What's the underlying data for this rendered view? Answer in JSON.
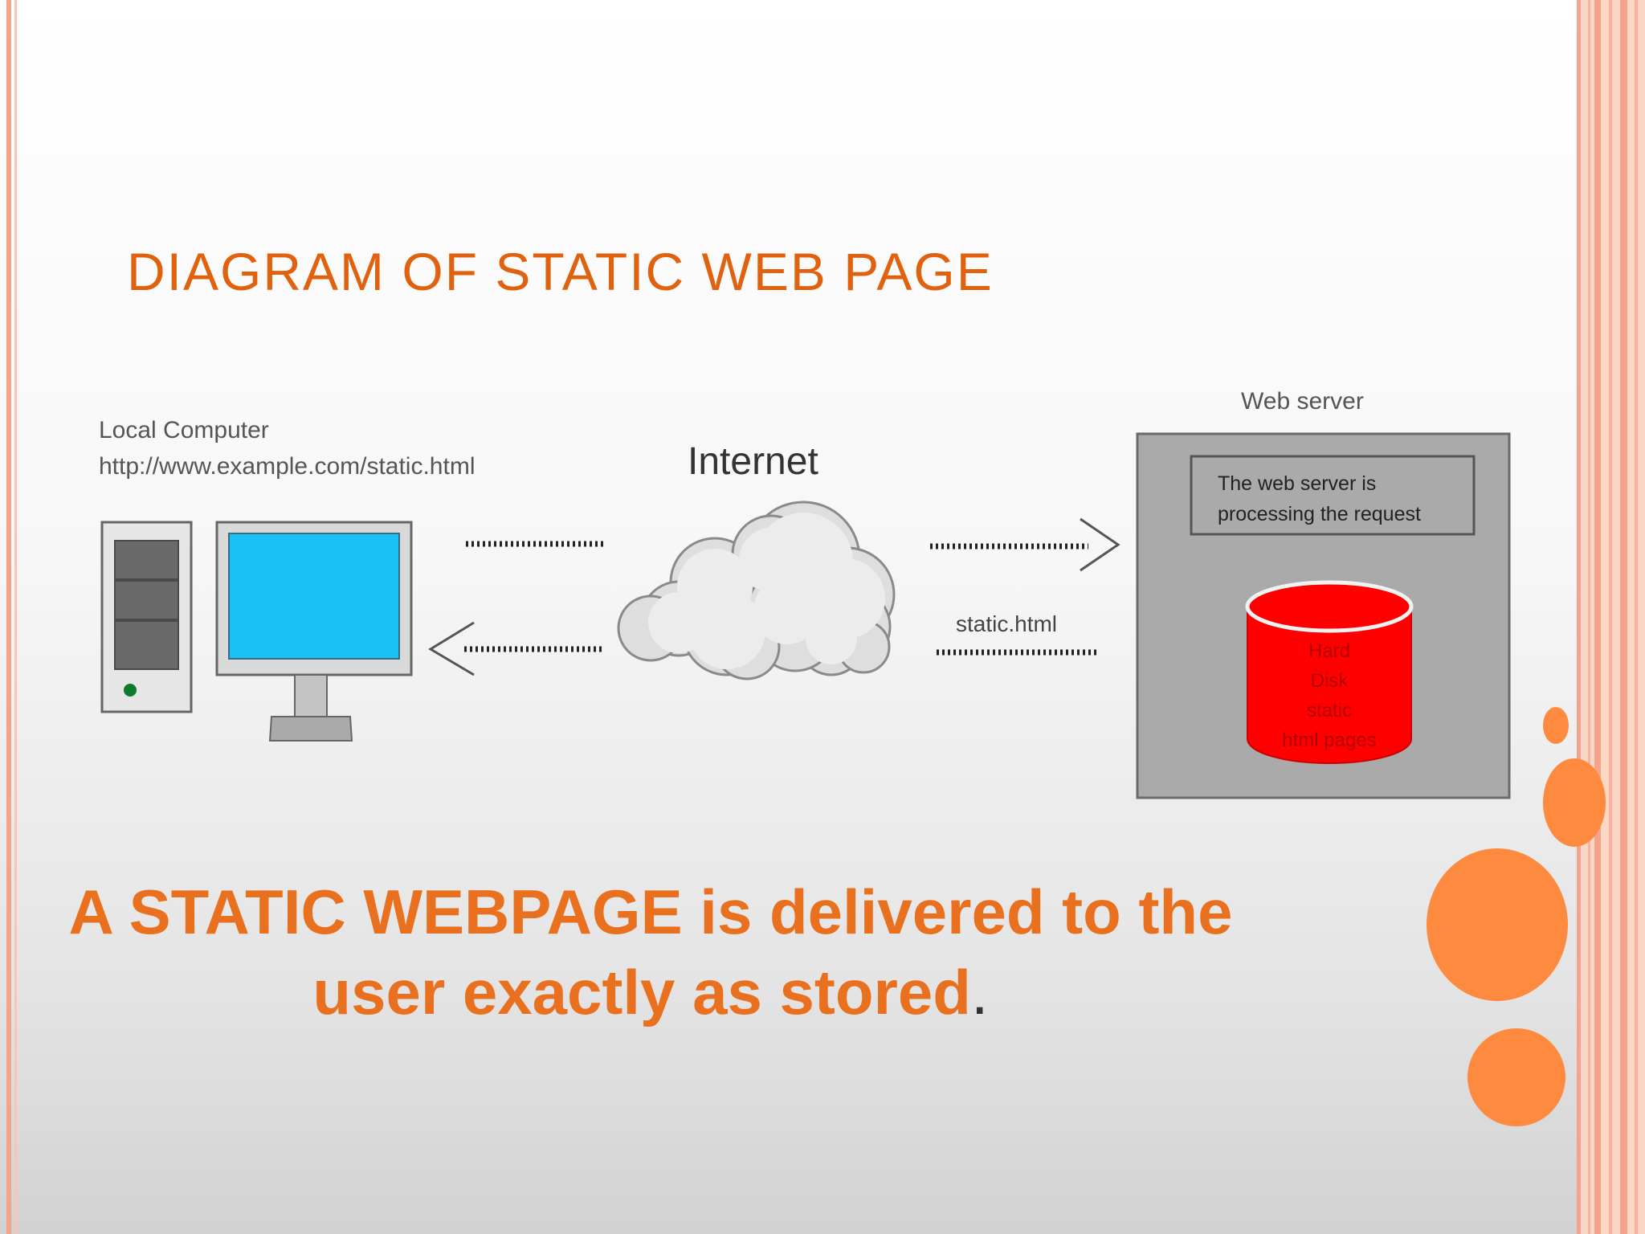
{
  "slide": {
    "title": "DIAGRAM OF STATIC WEB PAGE",
    "caption_main": "A STATIC WEBPAGE is delivered to the user exactly as stored",
    "caption_end": "."
  },
  "diagram": {
    "local_computer_label": "Local Computer",
    "local_computer_url": "http://www.example.com/static.html",
    "internet_label": "Internet",
    "web_server_label": "Web server",
    "server_status_line1": "The web server is",
    "server_status_line2": "processing the request",
    "response_label": "static.html",
    "disk_line1": "Hard",
    "disk_line2": "Disk",
    "disk_line3": "static",
    "disk_line4": "html pages"
  },
  "icons": [
    "desktop-tower-icon",
    "monitor-icon",
    "cloud-icon",
    "database-icon",
    "arrow-right-icon",
    "arrow-left-icon"
  ],
  "colors": {
    "title": "#e0620f",
    "caption": "#e8701e",
    "accent_circles": "#fd8a3e",
    "frame": "#f4a489",
    "disk": "#ff0000",
    "monitor_screen": "#19c1f7"
  }
}
